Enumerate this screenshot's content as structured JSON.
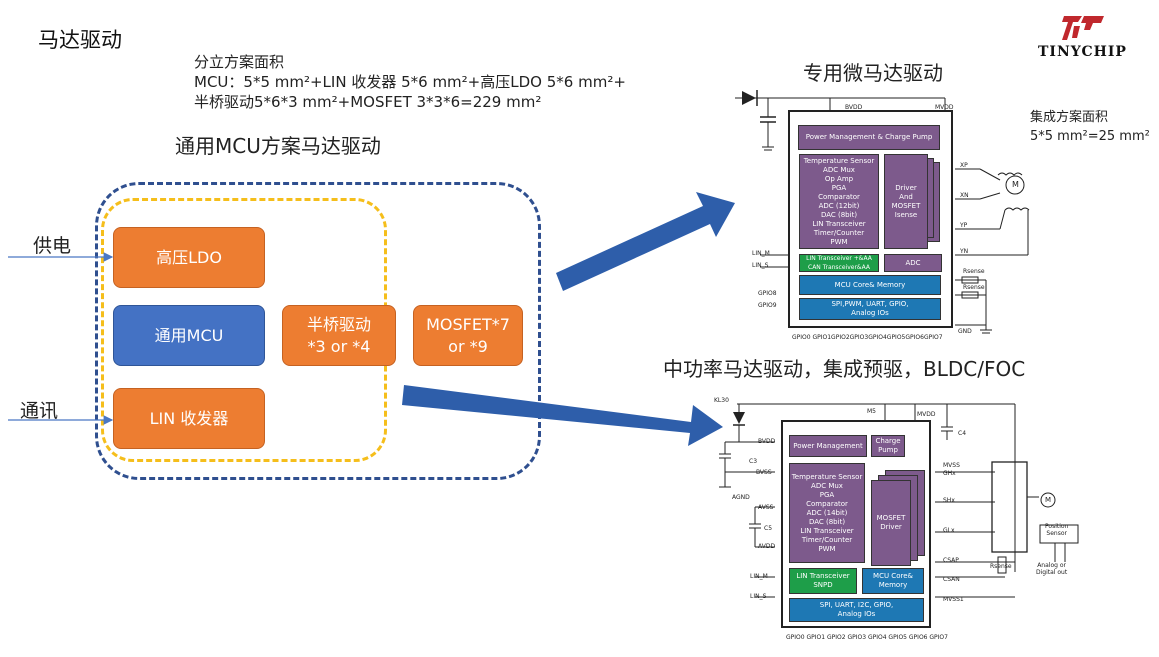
{
  "page_title": "马达驱动",
  "area": {
    "heading": "分立方案面积",
    "line1": "MCU：5*5 mm²+LIN 收发器 5*6 mm²+高压LDO 5*6 mm²+",
    "line2": "半桥驱动5*6*3 mm²+MOSFET 3*3*6=229 mm²"
  },
  "general_solution_title": "通用MCU方案马达驱动",
  "blocks": {
    "ldo": "高压LDO",
    "mcu": "通用MCU",
    "lin": "LIN 收发器",
    "half_bridge": "半桥驱动\n*3 or *4",
    "mosfet": "MOSFET*7\nor *9"
  },
  "side_labels": {
    "power": "供电",
    "comm": "通讯"
  },
  "logo": {
    "text": "TINYCHIP"
  },
  "dedicated": {
    "title": "专用微马达驱动",
    "integ_heading": "集成方案面积",
    "integ_value": "5*5 mm²=25 mm²",
    "blocks": {
      "pm": "Power Management & Charge Pump",
      "analog": "Temperature Sensor\nADC Mux\nOp Amp\nPGA\nComparator\nADC (12bit)\nDAC (8bit)\nLIN Transceiver\nTimer/Counter\nPWM",
      "driver": "Driver\nAnd\nMOSFET\nIsense",
      "lin": "LIN Transceiver +&AA\nCAN Transceiver&AA",
      "adc": "ADC",
      "mcu": "MCU Core& Memory",
      "io": "SPI,PWM, UART, GPIO,\nAnalog IOs"
    },
    "pins": {
      "bvdd": "BVDD",
      "mvdd": "MVDD",
      "xp": "XP",
      "xn": "XN",
      "yp": "YP",
      "yn": "YN",
      "lin_m": "LIN_M",
      "lin_s": "LIN_S",
      "gpio8": "GPIO8",
      "gpio9": "GPIO9",
      "gnd": "GND",
      "rsense1": "Rsense",
      "rsense2": "Rsense",
      "bottom": "GPIO0  GPIO1GPIO2GPIO3GPIO4GPIO5GPIO6GPIO7"
    },
    "motor": "M"
  },
  "mid_power": {
    "title": "中功率马达驱动，集成预驱，BLDC/FOC",
    "blocks": {
      "pm": "Power Management",
      "cp": "Charge\nPump",
      "analog": "Temperature Sensor\nADC Mux\nPGA\nComparator\nADC (14bit)\nDAC (8bit)\nLIN Transceiver\nTimer/Counter\nPWM",
      "driver": "MOSFET\nDriver",
      "lin": "LIN Transceiver\nSNPD",
      "mcu": "MCU Core&\nMemory",
      "io": "SPI, UART, I2C, GPIO,\nAnalog IOs"
    },
    "pins": {
      "kl30": "KL30",
      "bvdd": "BVDD",
      "bvss": "BVSS",
      "avss": "AVSS",
      "avdd": "AVDD",
      "lin_m": "LIN_M",
      "lin_s": "LIN_S",
      "mvdd": "MVDD",
      "mvss": "MVSS",
      "ghx": "GHx",
      "shx": "SHx",
      "glx": "GLx",
      "csap": "CSAP",
      "csan": "CSAN",
      "mvss1": "MVSS1",
      "c3": "C3",
      "c5": "C5",
      "c4": "C4",
      "m5": "M5",
      "agnd": "AGND",
      "rsense": "Rsense",
      "bottom": "GPIO0  GPIO1 GPIO2 GPIO3 GPIO4 GPIO5 GPIO6 GPIO7"
    },
    "position_sensor": "Position\nSensor",
    "analog_out": "Analog or\nDigital out",
    "motor": "M"
  },
  "colors": {
    "orange": "#ed7d31",
    "blue": "#4472c4",
    "arrow": "#2e5eaa",
    "yellow_dash": "#f5be1b",
    "blue_dash": "#2f4f8f",
    "chip_purple": "#7d5a8c",
    "chip_green": "#1e9e49",
    "chip_teal": "#1e78b4"
  }
}
